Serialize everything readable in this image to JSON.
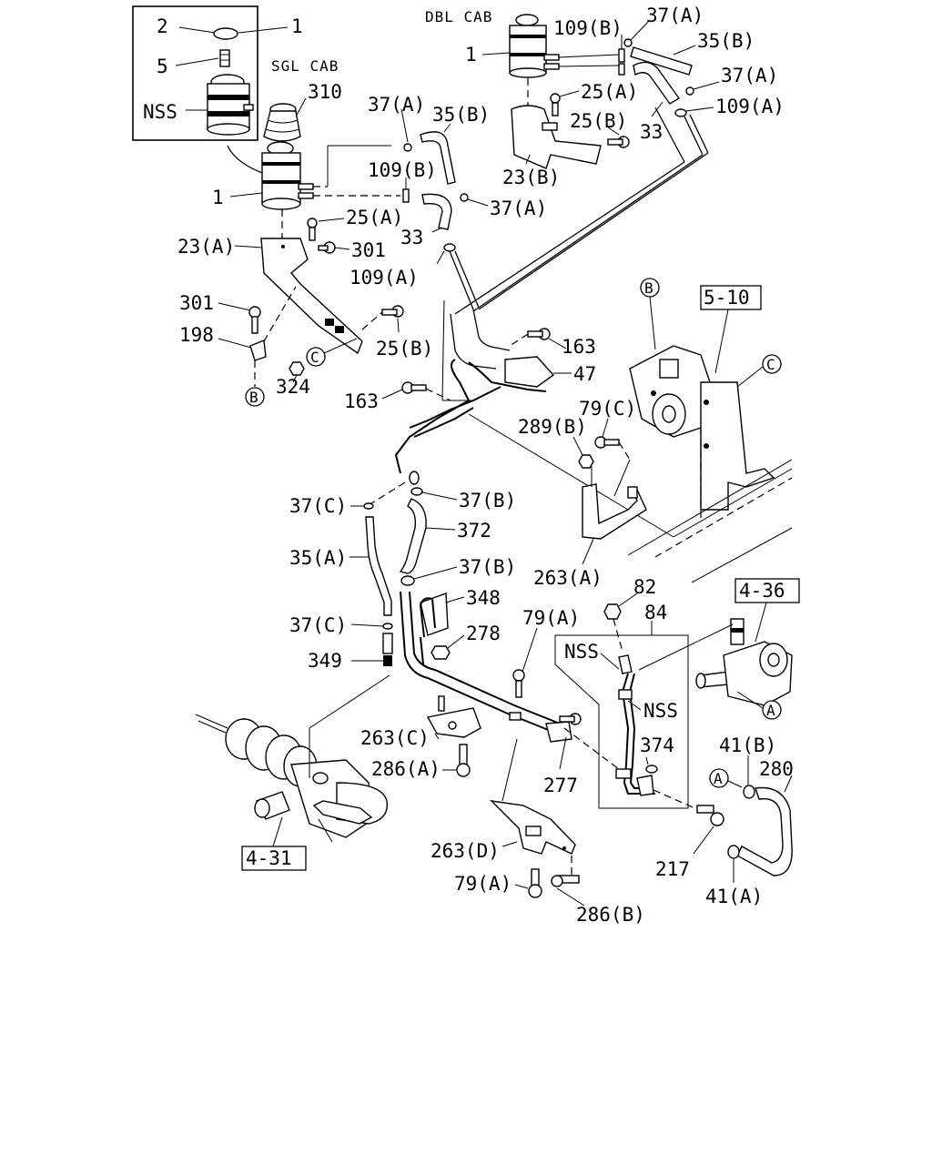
{
  "diagram": {
    "variants": {
      "sgl_cab": "SGL CAB",
      "dbl_cab": "DBL CAB"
    },
    "reference_boxes": [
      "5-10",
      "4-36",
      "4-31"
    ],
    "callout_markers": [
      "A",
      "B",
      "C"
    ],
    "labels": {
      "l_2": "2",
      "l_1_inset": "1",
      "l_5": "5",
      "l_nss_inset": "NSS",
      "l_310": "310",
      "l_1_sgl": "1",
      "l_23a": "23(A)",
      "l_25a_sgl": "25(A)",
      "l_301_a": "301",
      "l_301_b": "301",
      "l_198": "198",
      "l_324": "324",
      "l_25b_sgl": "25(B)",
      "l_37a_sgl1": "37(A)",
      "l_35b_sgl": "35(B)",
      "l_109b_sgl": "109(B)",
      "l_37a_sgl2": "37(A)",
      "l_33_sgl": "33",
      "l_109a_sgl": "109(A)",
      "l_1_dbl": "1",
      "l_109b_dbl": "109(B)",
      "l_37a_dbl1": "37(A)",
      "l_35b_dbl": "35(B)",
      "l_25a_dbl": "25(A)",
      "l_37a_dbl2": "37(A)",
      "l_25b_dbl": "25(B)",
      "l_109a_dbl": "109(A)",
      "l_33_dbl": "33",
      "l_23b": "23(B)",
      "l_163_a": "163",
      "l_47": "47",
      "l_163_b": "163",
      "l_79c": "79(C)",
      "l_289b": "289(B)",
      "l_37c_1": "37(C)",
      "l_37b_1": "37(B)",
      "l_372": "372",
      "l_35a": "35(A)",
      "l_263a": "263(A)",
      "l_37b_2": "37(B)",
      "l_348": "348",
      "l_37c_2": "37(C)",
      "l_278": "278",
      "l_79a_1": "79(A)",
      "l_349": "349",
      "l_82": "82",
      "l_84": "84",
      "l_nss_1": "NSS",
      "l_nss_2": "NSS",
      "l_263c": "263(C)",
      "l_286a": "286(A)",
      "l_277": "277",
      "l_374": "374",
      "l_41b": "41(B)",
      "l_280": "280",
      "l_263d": "263(D)",
      "l_217": "217",
      "l_79a_2": "79(A)",
      "l_41a": "41(A)",
      "l_286b": "286(B)"
    }
  }
}
